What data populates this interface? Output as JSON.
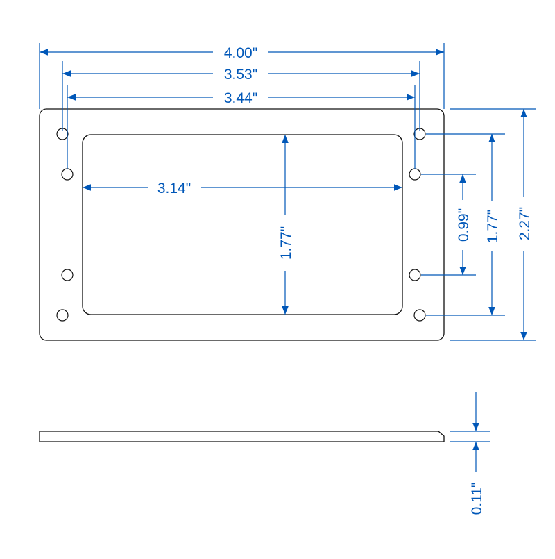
{
  "colors": {
    "dimension": "#0057b8",
    "outline": "#111111",
    "background": "#ffffff"
  },
  "dimensions": {
    "overall_width": "4.00\"",
    "outer_hole_spacing": "3.53\"",
    "inner_hole_spacing": "3.44\"",
    "opening_width": "3.14\"",
    "opening_height": "1.77\"",
    "inner_hole_vertical_spacing": "0.99\"",
    "outer_hole_vertical_spacing": "1.77\"",
    "overall_height": "2.27\"",
    "thickness": "0.11\""
  }
}
